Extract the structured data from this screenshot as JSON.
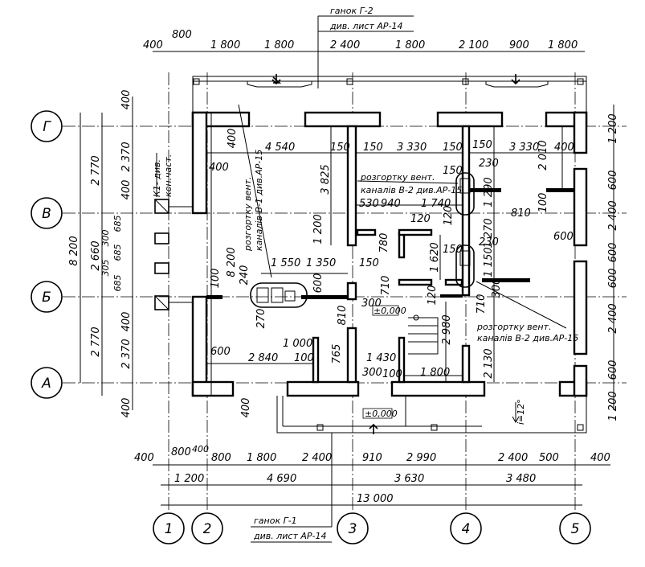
{
  "axes": {
    "columns": [
      "1",
      "2",
      "3",
      "4",
      "5"
    ],
    "rows": [
      "Г",
      "В",
      "Б",
      "А"
    ]
  },
  "notes": {
    "porch_top_1": "ганок Г-2",
    "porch_top_2": "див. лист АР-14",
    "porch_bottom_1": "ганок Г-1",
    "porch_bottom_2": "див. лист АР-14",
    "chimney_left_1": "розгортку вент.",
    "chimney_left_2": "каналів В-1 див.АР-15",
    "vent_top_1": "розгортку вент.",
    "vent_top_2": "каналів В-2 див.АР-15",
    "vent_bottom_1": "розгортку вент.",
    "vent_bottom_2": "каналів В-2 див.АР-15",
    "k1_1": "К1- див.",
    "k1_2": "кон.част.",
    "level_inner": "±0,000",
    "level_outer": "±0,000",
    "slope": "i=12°"
  },
  "dims": {
    "top1": [
      "400",
      "1 800",
      "1 800",
      "2 400",
      "1 800",
      "2 100",
      "900",
      "1 800"
    ],
    "top1_extra": "800",
    "bot1": [
      "400",
      "800",
      "400",
      "800",
      "1 800",
      "2 400",
      "910",
      "2 990",
      "2 400",
      "500",
      "400"
    ],
    "bot2": [
      "1 200",
      "4 690",
      "3 630",
      "3 480"
    ],
    "total": "13 000",
    "left_total": "8 200",
    "left1": [
      "2 770",
      "2 660",
      "2 770"
    ],
    "left2": [
      "400",
      "2 370",
      "400",
      "685",
      "300",
      "685",
      "305",
      "685",
      "400",
      "2 370",
      "400"
    ],
    "right": [
      "1 200",
      "600",
      "2 400",
      "600",
      "600",
      "2 400",
      "600",
      "1 200"
    ],
    "inner": {
      "d4540": "4 540",
      "d150a": "150",
      "d150b": "150",
      "d3330a": "3 330",
      "d150c": "150",
      "d150d": "150",
      "d3330b": "3 330",
      "d400a": "400",
      "d400b": "400",
      "d400c": "400",
      "d3825": "3 825",
      "d1200": "1 200",
      "d8200": "8 200",
      "d2010": "2 010",
      "d230a": "230",
      "d150e": "150",
      "d1290": "1 290",
      "d530": "530",
      "d940": "940",
      "d1740": "1 740",
      "d120a": "120",
      "d120b": "120",
      "d810a": "810",
      "d100a": "100",
      "d1270": "1 270",
      "d600a": "600",
      "d780": "780",
      "d1620": "1 620",
      "d150f": "150",
      "d230b": "230",
      "d1150": "1 150",
      "d300a": "300",
      "d1550": "1 550",
      "d1350": "1 350",
      "d150g": "150",
      "d240": "240",
      "d100b": "100",
      "d600b": "600",
      "d710a": "710",
      "d120c": "120",
      "d270": "270",
      "d300b": "300",
      "d810b": "810",
      "d2980": "2 980",
      "d710b": "710",
      "d1000": "1 000",
      "d100c": "100",
      "d765": "765",
      "d1430": "1 430",
      "d600c": "600",
      "d2840": "2 840",
      "d300c": "300",
      "d100d": "100",
      "d1800": "1 800",
      "d2130": "2 130",
      "d400d": "400"
    }
  }
}
